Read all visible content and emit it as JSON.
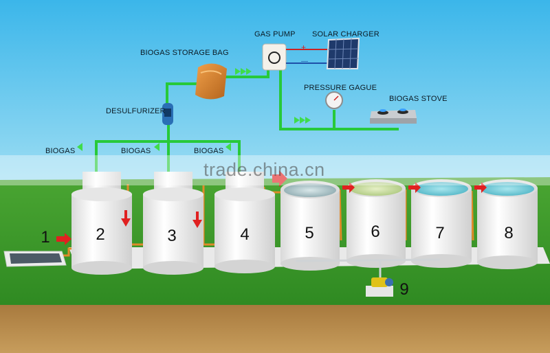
{
  "labels": {
    "gas_pump": "GAS PUMP",
    "solar_charger": "SOLAR CHARGER",
    "biogas_storage_bag": "BIOGAS STORAGE BAG",
    "pressure_gauge": "PRESSURE GAGUE",
    "biogas_stove": "BIOGAS STOVE",
    "desulfurizer": "DESULFURIZER",
    "biogas_1": "BIOGAS",
    "biogas_2": "BIOGAS",
    "biogas_3": "BIOGAS",
    "plus": "+",
    "minus": "—"
  },
  "tank_numbers": [
    "1",
    "2",
    "3",
    "4",
    "5",
    "6",
    "7",
    "8",
    "9"
  ],
  "watermark": "trade.china.cn",
  "colors": {
    "sky": "#55c6ee",
    "grass": "#3f9e2c",
    "soil": "#b58a4c",
    "pipe_green": "#27c93a",
    "pipe_orange": "#e08a2a",
    "tank": "#f2f2f2",
    "water": "#6fcbd6",
    "arrow_red": "#e02020"
  }
}
